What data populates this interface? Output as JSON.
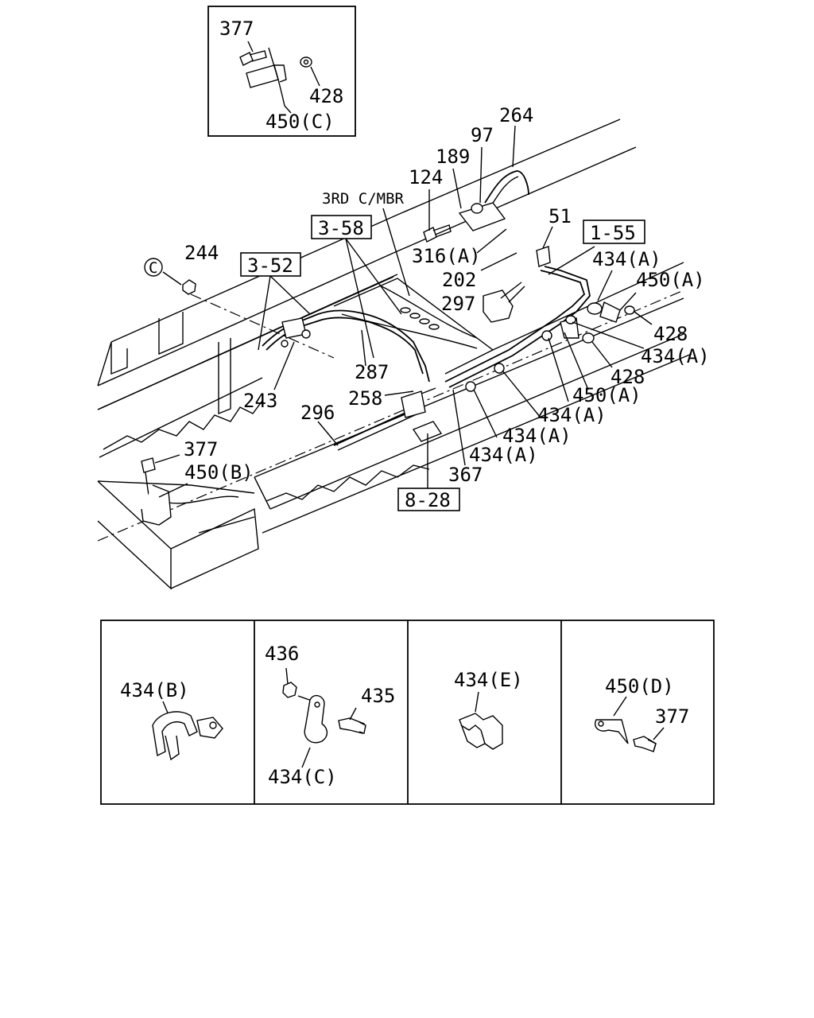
{
  "labels": {
    "inset_377": "377",
    "inset_428": "428",
    "inset_450c": "450(C)",
    "c_marker": "C",
    "p244": "244",
    "p264": "264",
    "p97": "97",
    "p189": "189",
    "p124": "124",
    "third_cmbr": "3RD C/MBR",
    "p51": "51",
    "p316a": "316(A)",
    "p202": "202",
    "p297": "297",
    "p434a_1": "434(A)",
    "p450a_1": "450(A)",
    "p428_1": "428",
    "p434a_2": "434(A)",
    "p428_2": "428",
    "p450a_2": "450(A)",
    "p434a_3": "434(A)",
    "p434a_4": "434(A)",
    "p434a_5": "434(A)",
    "p367": "367",
    "p287": "287",
    "p243": "243",
    "p258": "258",
    "p296": "296",
    "p377": "377",
    "p450b": "450(B)"
  },
  "refs": {
    "r358": "3-58",
    "r352": "3-52",
    "r155": "1-55",
    "r828": "8-28"
  },
  "panels": {
    "b": {
      "label": "434(B)"
    },
    "c": {
      "l436": "436",
      "l435": "435",
      "l434c": "434(C)"
    },
    "e": {
      "label": "434(E)"
    },
    "d": {
      "l450d": "450(D)",
      "l377": "377"
    }
  }
}
